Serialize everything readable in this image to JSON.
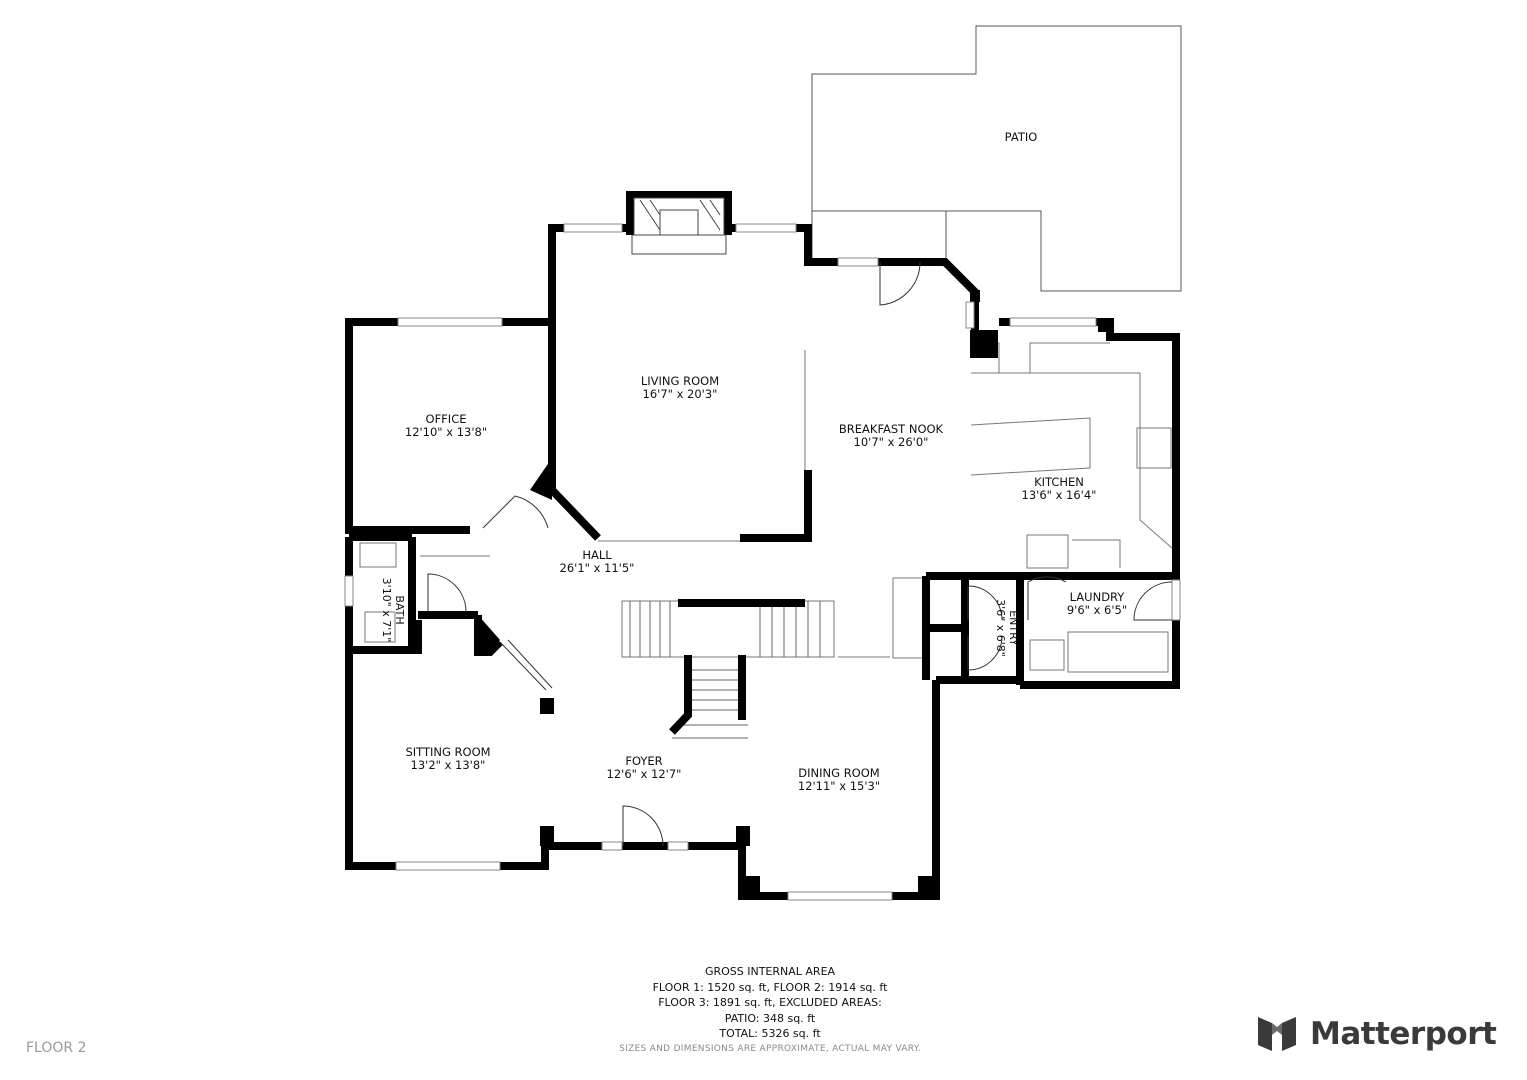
{
  "rooms": {
    "patio": {
      "name": "PATIO"
    },
    "living_room": {
      "name": "LIVING ROOM",
      "dims": "16'7\" x 20'3\""
    },
    "office": {
      "name": "OFFICE",
      "dims": "12'10\" x 13'8\""
    },
    "breakfast_nook": {
      "name": "BREAKFAST NOOK",
      "dims": "10'7\" x 26'0\""
    },
    "kitchen": {
      "name": "KITCHEN",
      "dims": "13'6\" x 16'4\""
    },
    "hall": {
      "name": "HALL",
      "dims": "26'1\" x 11'5\""
    },
    "bath": {
      "name": "BATH",
      "dims": "3'10\" x 7'1\""
    },
    "entry": {
      "name": "ENTRY",
      "dims": "3'6\" x 6'8\""
    },
    "laundry": {
      "name": "LAUNDRY",
      "dims": "9'6\" x 6'5\""
    },
    "sitting_room": {
      "name": "SITTING ROOM",
      "dims": "13'2\" x 13'8\""
    },
    "foyer": {
      "name": "FOYER",
      "dims": "12'6\" x 12'7\""
    },
    "dining_room": {
      "name": "DINING ROOM",
      "dims": "12'11\" x 15'3\""
    }
  },
  "area_summary": {
    "heading": "GROSS INTERNAL AREA",
    "line1": "FLOOR 1: 1520 sq. ft, FLOOR 2: 1914 sq. ft",
    "line2": "FLOOR 3: 1891 sq. ft, EXCLUDED AREAS:",
    "line3": "PATIO: 348 sq. ft",
    "line4": "TOTAL: 5326 sq. ft"
  },
  "disclaimer": "SIZES AND DIMENSIONS ARE APPROXIMATE, ACTUAL MAY VARY.",
  "floor_label": "FLOOR 2",
  "brand": {
    "name": "Matterport",
    "icon": "matterport-logo-icon"
  },
  "colors": {
    "wall": "#000000",
    "window": "#c8c8c8",
    "text": "#111111",
    "brand": "#3a3a3a"
  }
}
